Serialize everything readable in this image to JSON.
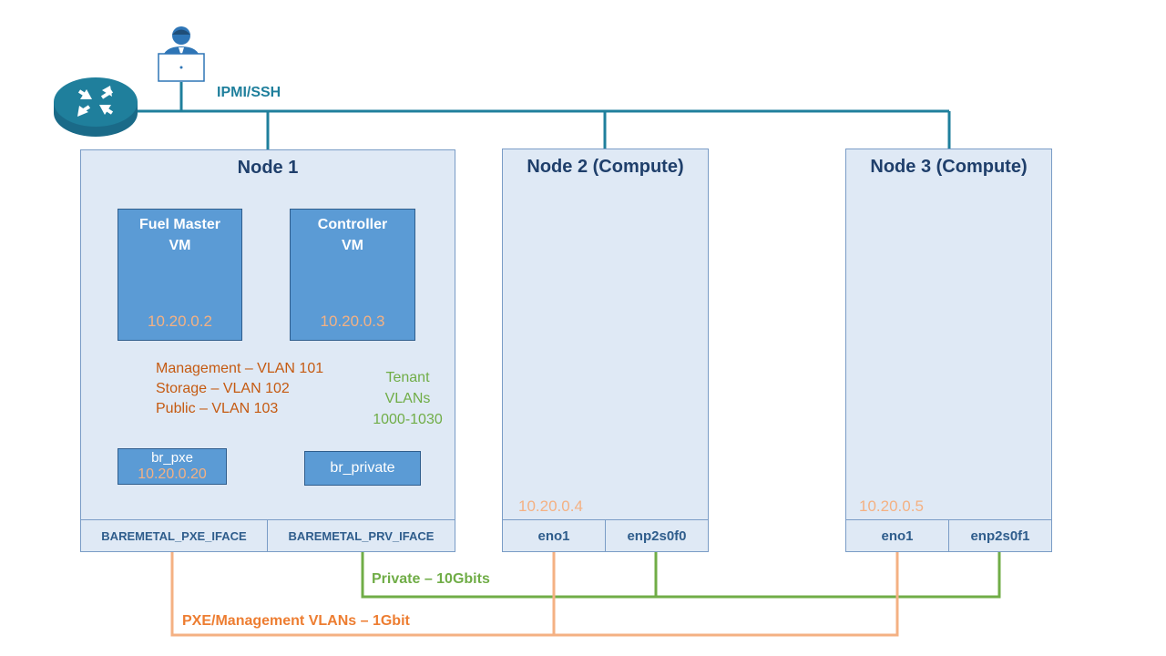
{
  "colors": {
    "wire_blue": "#1f7f9c",
    "wire_green": "#70ad47",
    "wire_orange": "#f4b183",
    "vm_fill": "#5b9bd5",
    "node_fill": "#dfe9f5"
  },
  "icons": {
    "router": "router-icon",
    "admin": "admin-user-icon"
  },
  "network": {
    "ipmi_label": "IPMI/SSH",
    "private_label": "Private – 10Gbits",
    "pxe_label": "PXE/Management VLANs – 1Gbit"
  },
  "node1": {
    "title": "Node 1",
    "fuel_vm": {
      "name_line1": "Fuel Master",
      "name_line2": "VM",
      "ip": "10.20.0.2"
    },
    "controller_vm": {
      "name_line1": "Controller",
      "name_line2": "VM",
      "ip": "10.20.0.3"
    },
    "vlans": [
      "Management – VLAN 101",
      "Storage – VLAN 102",
      "Public – VLAN 103"
    ],
    "tenant": [
      "Tenant",
      "VLANs",
      "1000-1030"
    ],
    "br_pxe": {
      "name": "br_pxe",
      "ip": "10.20.0.20"
    },
    "br_private": {
      "name": "br_private"
    },
    "iface_pxe": "BAREMETAL_PXE_IFACE",
    "iface_prv": "BAREMETAL_PRV_IFACE"
  },
  "node2": {
    "title": "Node 2 (Compute)",
    "ip": "10.20.0.4",
    "iface1": "eno1",
    "iface2": "enp2s0f0"
  },
  "node3": {
    "title": "Node 3 (Compute)",
    "ip": "10.20.0.5",
    "iface1": "eno1",
    "iface2": "enp2s0f1"
  }
}
